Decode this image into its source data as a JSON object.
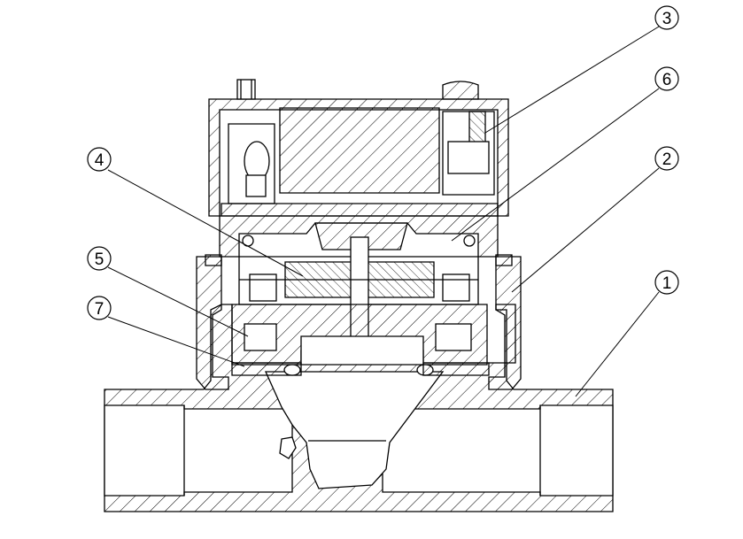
{
  "callouts": [
    {
      "label": "1",
      "part": "meter-body"
    },
    {
      "label": "2",
      "part": "clamping-ring"
    },
    {
      "label": "3",
      "part": "register-cover"
    },
    {
      "label": "4",
      "part": "measuring-chamber"
    },
    {
      "label": "5",
      "part": "chamber-lower-housing"
    },
    {
      "label": "6",
      "part": "register-base-plate"
    },
    {
      "label": "7",
      "part": "chamber-seal"
    }
  ],
  "colors": {
    "line": "#000000",
    "hatch": "#000000",
    "background": "#ffffff"
  }
}
